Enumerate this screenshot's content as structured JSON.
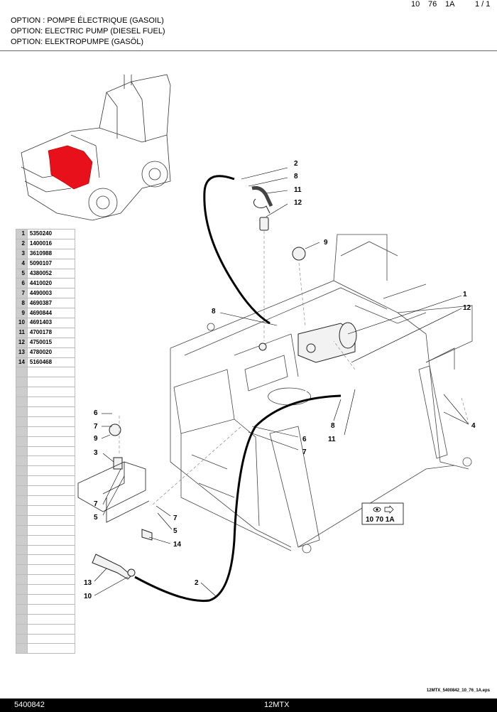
{
  "header": {
    "section_code": "10",
    "subsection_code": "76",
    "variant_code": "1A",
    "page_count": "1 / 1"
  },
  "titles": [
    "OPTION : POMPE ÉLECTRIQUE (GASOIL)",
    "OPTION: ELECTRIC PUMP (DIESEL FUEL)",
    "OPTION: ELEKTROPUMPE (GASÖL)"
  ],
  "parts": [
    {
      "index": "1",
      "part_number": "5350240"
    },
    {
      "index": "2",
      "part_number": "1400016"
    },
    {
      "index": "3",
      "part_number": "3610988"
    },
    {
      "index": "4",
      "part_number": "5090107"
    },
    {
      "index": "5",
      "part_number": "4380052"
    },
    {
      "index": "6",
      "part_number": "4410020"
    },
    {
      "index": "7",
      "part_number": "4490003"
    },
    {
      "index": "8",
      "part_number": "4690387"
    },
    {
      "index": "9",
      "part_number": "4690844"
    },
    {
      "index": "10",
      "part_number": "4691403"
    },
    {
      "index": "11",
      "part_number": "4700178"
    },
    {
      "index": "12",
      "part_number": "4750015"
    },
    {
      "index": "13",
      "part_number": "4780020"
    },
    {
      "index": "14",
      "part_number": "5160468"
    }
  ],
  "empty_rows": 29,
  "callouts": [
    "2",
    "8",
    "11",
    "12",
    "9",
    "8",
    "1",
    "12",
    "6",
    "7",
    "9",
    "3",
    "7",
    "5",
    "6",
    "7",
    "8",
    "11",
    "4",
    "7",
    "5",
    "14",
    "2",
    "13",
    "10"
  ],
  "cross_reference": "10 70 1A",
  "highlight_color": "#e8101a",
  "file_name": "12MTX_5400842_10_76_1A.eps",
  "footer": {
    "document_number": "5400842",
    "model": "12MTX"
  }
}
